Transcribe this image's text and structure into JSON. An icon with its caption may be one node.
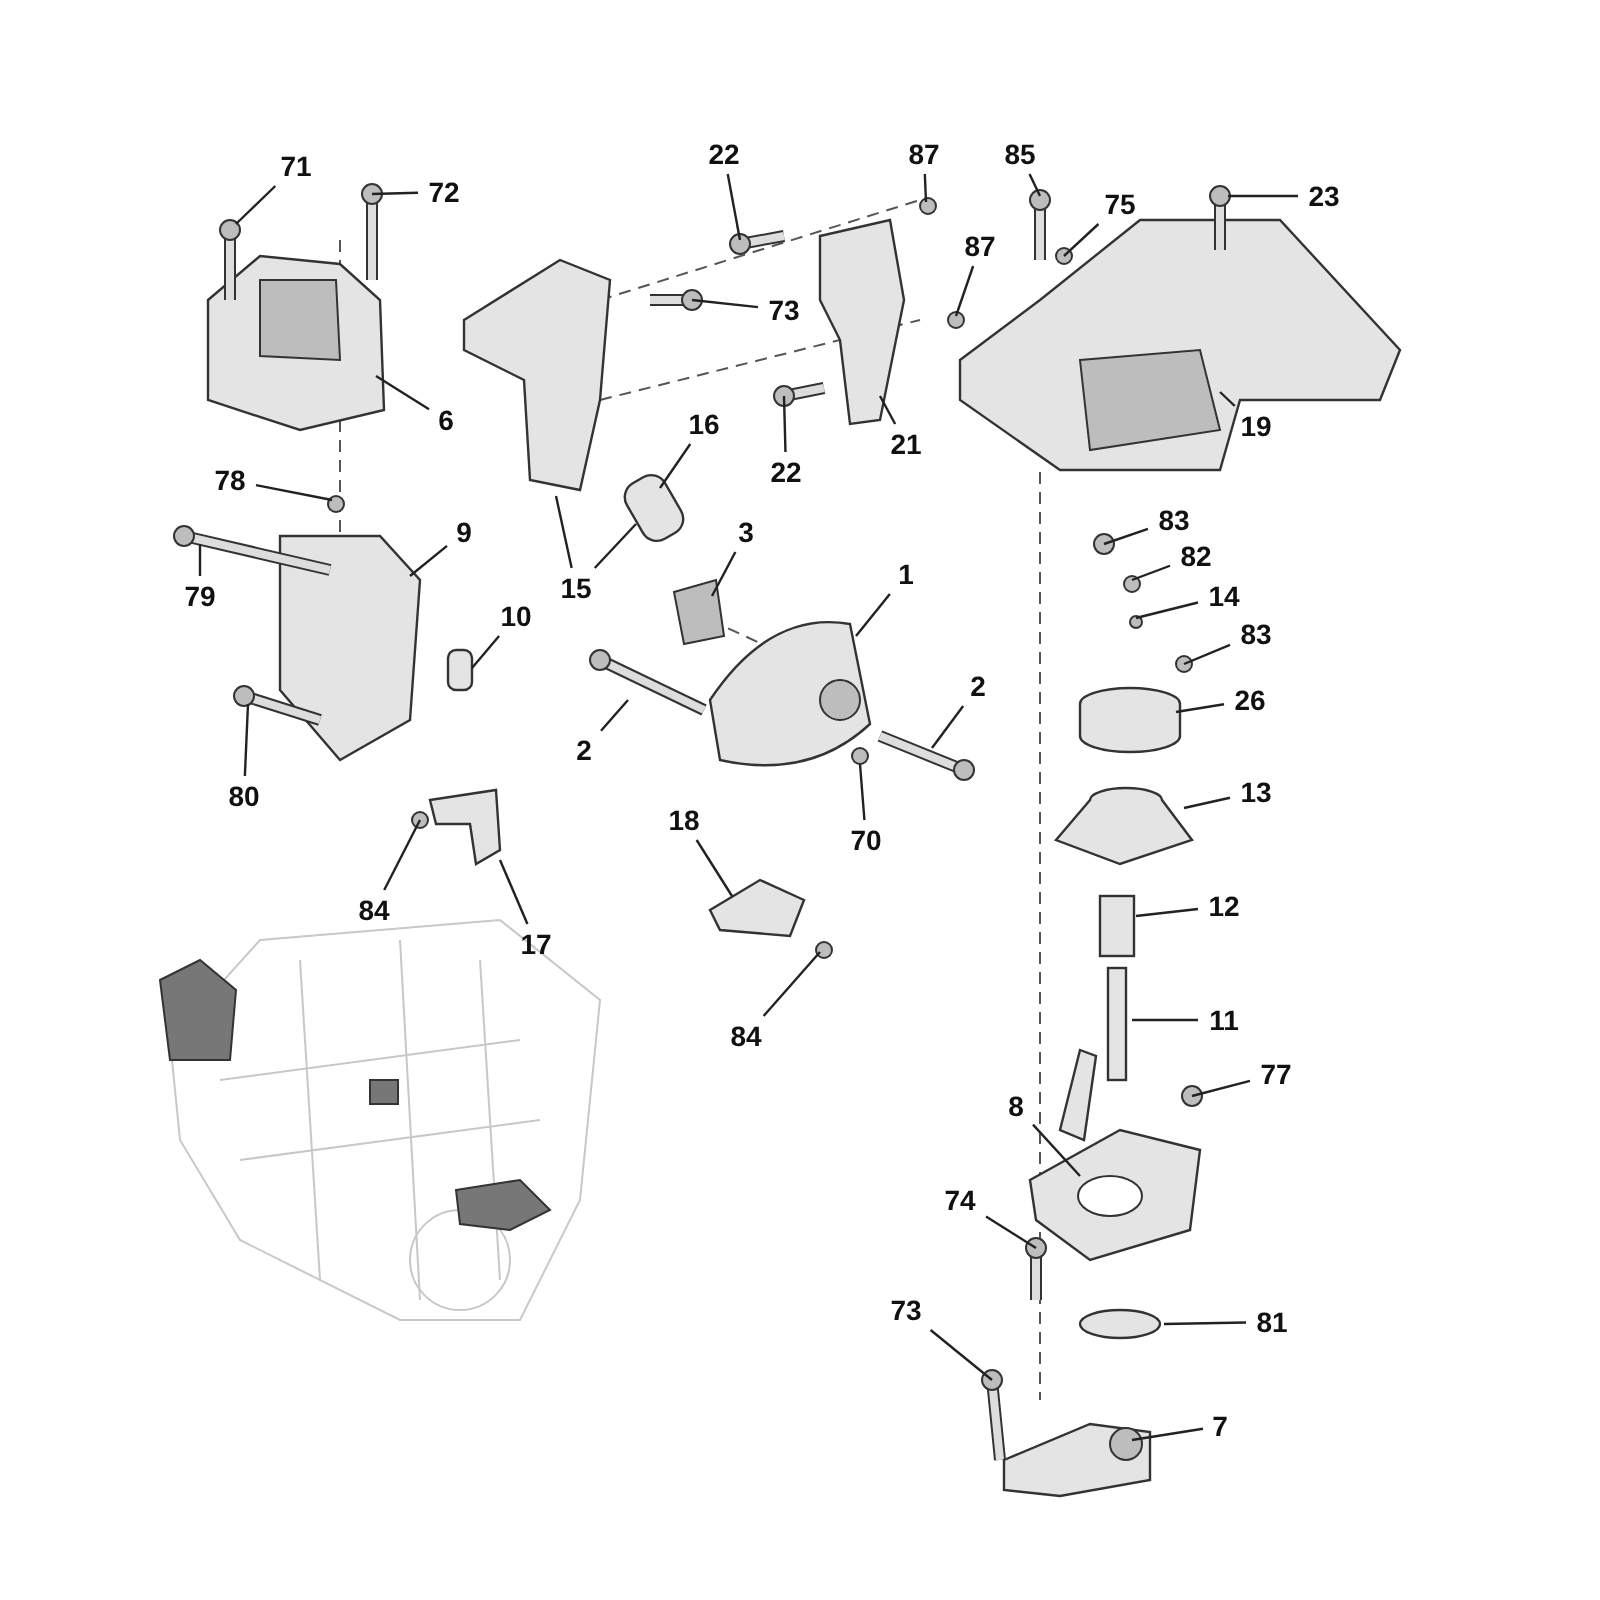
{
  "diagram": {
    "nodes": [
      {
        "text": [
          "71"
        ]
      },
      {
        "text": [
          "72"
        ]
      },
      {
        "text": [
          "22"
        ]
      },
      {
        "text": [
          "87"
        ]
      },
      {
        "text": [
          "85"
        ]
      },
      {
        "text": [
          "75"
        ]
      },
      {
        "text": [
          "23"
        ]
      },
      {
        "text": [
          "73"
        ]
      },
      {
        "text": [
          "87"
        ]
      },
      {
        "text": [
          "6"
        ]
      },
      {
        "text": [
          "16"
        ]
      },
      {
        "text": [
          "22"
        ]
      },
      {
        "text": [
          "21"
        ]
      },
      {
        "text": [
          "19"
        ]
      },
      {
        "text": [
          "78"
        ]
      },
      {
        "text": [
          "9"
        ]
      },
      {
        "text": [
          "3"
        ]
      },
      {
        "text": [
          "1"
        ]
      },
      {
        "text": [
          "83"
        ]
      },
      {
        "text": [
          "82"
        ]
      },
      {
        "text": [
          "14"
        ]
      },
      {
        "text": [
          "83"
        ]
      },
      {
        "text": [
          "15"
        ]
      },
      {
        "text": [
          "79"
        ]
      },
      {
        "text": [
          "10"
        ]
      },
      {
        "text": [
          "26"
        ]
      },
      {
        "text": [
          "2"
        ]
      },
      {
        "text": [
          "2"
        ]
      },
      {
        "text": [
          "80"
        ]
      },
      {
        "text": [
          "70"
        ]
      },
      {
        "text": [
          "13"
        ]
      },
      {
        "text": [
          "18"
        ]
      },
      {
        "text": [
          "84"
        ]
      },
      {
        "text": [
          "17"
        ]
      },
      {
        "text": [
          "12"
        ]
      },
      {
        "text": [
          "84"
        ]
      },
      {
        "text": [
          "11"
        ]
      },
      {
        "text": [
          "77"
        ]
      },
      {
        "text": [
          "8"
        ]
      },
      {
        "text": [
          "74"
        ]
      },
      {
        "text": [
          "73"
        ]
      },
      {
        "text": [
          "81"
        ]
      },
      {
        "text": [
          "7"
        ]
      }
    ],
    "edges": [
      {
        "from": 0,
        "to": null,
        "arrow": "none"
      },
      {
        "from": 1,
        "to": null,
        "arrow": "none"
      },
      {
        "from": 2,
        "to": null,
        "arrow": "none"
      },
      {
        "from": 3,
        "to": null,
        "arrow": "none"
      },
      {
        "from": 4,
        "to": null,
        "arrow": "none"
      },
      {
        "from": 5,
        "to": null,
        "arrow": "none"
      },
      {
        "from": 6,
        "to": null,
        "arrow": "none"
      },
      {
        "from": 7,
        "to": null,
        "arrow": "none"
      },
      {
        "from": 8,
        "to": null,
        "arrow": "none"
      },
      {
        "from": 9,
        "to": null,
        "arrow": "none"
      },
      {
        "from": 10,
        "to": null,
        "arrow": "none"
      },
      {
        "from": 11,
        "to": null,
        "arrow": "none"
      },
      {
        "from": 12,
        "to": null,
        "arrow": "none"
      },
      {
        "from": 13,
        "to": null,
        "arrow": "none"
      },
      {
        "from": 14,
        "to": null,
        "arrow": "none"
      },
      {
        "from": 15,
        "to": null,
        "arrow": "none"
      },
      {
        "from": 16,
        "to": null,
        "arrow": "none"
      },
      {
        "from": 17,
        "to": null,
        "arrow": "none"
      },
      {
        "from": 18,
        "to": null,
        "arrow": "none"
      },
      {
        "from": 19,
        "to": null,
        "arrow": "none"
      },
      {
        "from": 20,
        "to": null,
        "arrow": "none"
      },
      {
        "from": 21,
        "to": null,
        "arrow": "none"
      },
      {
        "from": 22,
        "to": null,
        "arrow": "none"
      },
      {
        "from": 22,
        "to": null,
        "arrow": "none"
      },
      {
        "from": 23,
        "to": null,
        "arrow": "none"
      },
      {
        "from": 24,
        "to": null,
        "arrow": "none"
      },
      {
        "from": 25,
        "to": null,
        "arrow": "none"
      },
      {
        "from": 26,
        "to": null,
        "arrow": "none"
      },
      {
        "from": 27,
        "to": null,
        "arrow": "none"
      },
      {
        "from": 28,
        "to": null,
        "arrow": "none"
      },
      {
        "from": 29,
        "to": null,
        "arrow": "none"
      },
      {
        "from": 30,
        "to": null,
        "arrow": "none"
      },
      {
        "from": 31,
        "to": null,
        "arrow": "none"
      },
      {
        "from": 32,
        "to": null,
        "arrow": "none"
      },
      {
        "from": 33,
        "to": null,
        "arrow": "none"
      },
      {
        "from": 34,
        "to": null,
        "arrow": "none"
      },
      {
        "from": 35,
        "to": null,
        "arrow": "none"
      },
      {
        "from": 36,
        "to": null,
        "arrow": "none"
      },
      {
        "from": 37,
        "to": null,
        "arrow": "none"
      },
      {
        "from": 38,
        "to": null,
        "arrow": "none"
      },
      {
        "from": 39,
        "to": null,
        "arrow": "none"
      },
      {
        "from": 40,
        "to": null,
        "arrow": "none"
      },
      {
        "from": 41,
        "to": null,
        "arrow": "none"
      },
      {
        "from": 42,
        "to": null,
        "arrow": "none"
      }
    ]
  }
}
